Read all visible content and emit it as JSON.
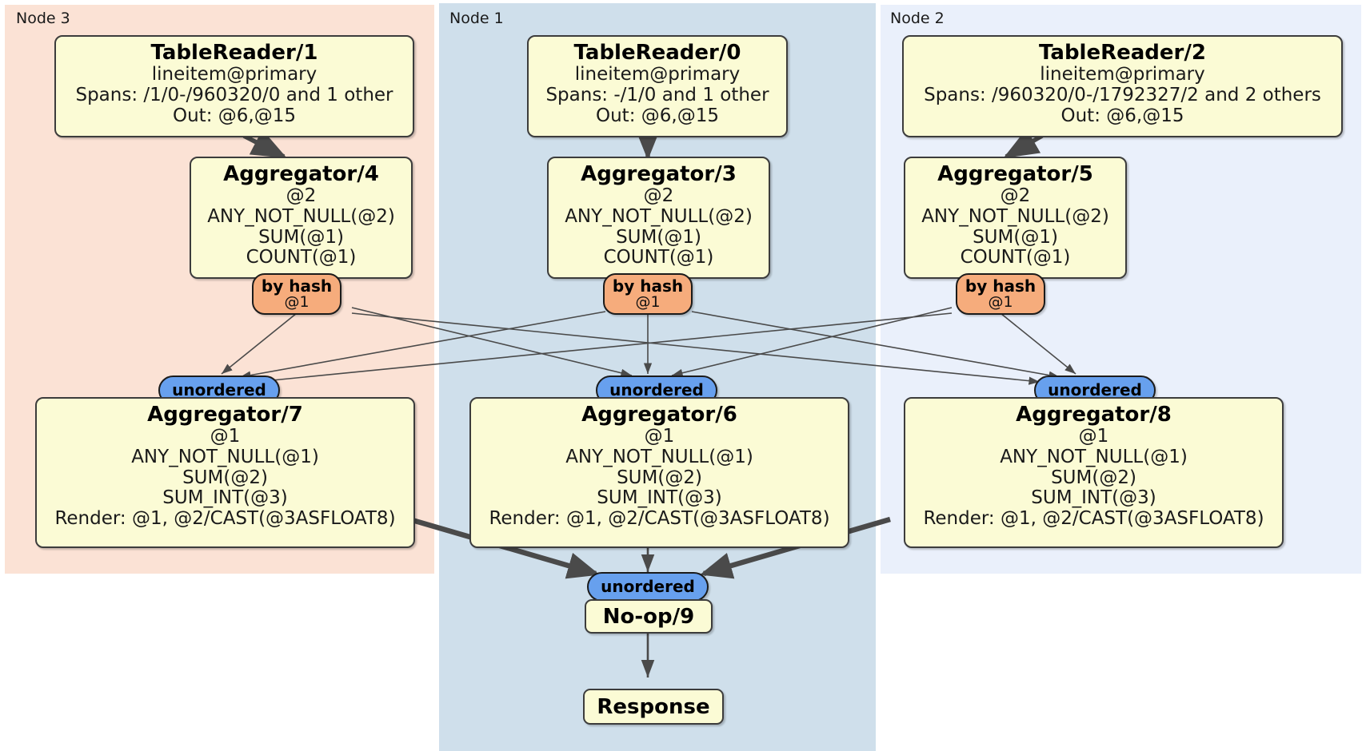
{
  "diagram": {
    "type": "distributed-query-plan",
    "colors": {
      "node3_panel": "#fbe2d5",
      "node1_panel": "#cfdfeb",
      "node2_panel": "#eaf0fb",
      "processor_box": "#fbfbd5",
      "by_hash_badge": "#f6ac7c",
      "unordered_badge": "#67a0ee",
      "edge": "#4a4a4a",
      "border": "#3c3c3c"
    }
  },
  "panels": [
    {
      "id": "node3",
      "label": "Node 3"
    },
    {
      "id": "node1",
      "label": "Node 1"
    },
    {
      "id": "node2",
      "label": "Node 2"
    }
  ],
  "nodes": {
    "table_reader_1": {
      "title": "TableReader/1",
      "lines": [
        "lineitem@primary",
        "Spans: /1/0-/960320/0 and 1 other",
        "Out: @6,@15"
      ]
    },
    "table_reader_0": {
      "title": "TableReader/0",
      "lines": [
        "lineitem@primary",
        "Spans: -/1/0 and 1 other",
        "Out: @6,@15"
      ]
    },
    "table_reader_2": {
      "title": "TableReader/2",
      "lines": [
        "lineitem@primary",
        "Spans: /960320/0-/1792327/2 and 2 others",
        "Out: @6,@15"
      ]
    },
    "aggregator_4": {
      "title": "Aggregator/4",
      "lines": [
        "@2",
        "ANY_NOT_NULL(@2)",
        "SUM(@1)",
        "COUNT(@1)"
      ]
    },
    "aggregator_3": {
      "title": "Aggregator/3",
      "lines": [
        "@2",
        "ANY_NOT_NULL(@2)",
        "SUM(@1)",
        "COUNT(@1)"
      ]
    },
    "aggregator_5": {
      "title": "Aggregator/5",
      "lines": [
        "@2",
        "ANY_NOT_NULL(@2)",
        "SUM(@1)",
        "COUNT(@1)"
      ]
    },
    "aggregator_7": {
      "title": "Aggregator/7",
      "lines": [
        "@1",
        "ANY_NOT_NULL(@1)",
        "SUM(@2)",
        "SUM_INT(@3)",
        "Render: @1, @2/CAST(@3ASFLOAT8)"
      ]
    },
    "aggregator_6": {
      "title": "Aggregator/6",
      "lines": [
        "@1",
        "ANY_NOT_NULL(@1)",
        "SUM(@2)",
        "SUM_INT(@3)",
        "Render: @1, @2/CAST(@3ASFLOAT8)"
      ]
    },
    "aggregator_8": {
      "title": "Aggregator/8",
      "lines": [
        "@1",
        "ANY_NOT_NULL(@1)",
        "SUM(@2)",
        "SUM_INT(@3)",
        "Render: @1, @2/CAST(@3ASFLOAT8)"
      ]
    },
    "noop_9": {
      "title": "No-op/9"
    },
    "response": {
      "title": "Response"
    }
  },
  "badges": {
    "by_hash_left": {
      "title": "by hash",
      "sub": "@1"
    },
    "by_hash_center": {
      "title": "by hash",
      "sub": "@1"
    },
    "by_hash_right": {
      "title": "by hash",
      "sub": "@1"
    },
    "unordered_left": {
      "title": "unordered"
    },
    "unordered_center": {
      "title": "unordered"
    },
    "unordered_right": {
      "title": "unordered"
    },
    "unordered_final": {
      "title": "unordered"
    }
  }
}
